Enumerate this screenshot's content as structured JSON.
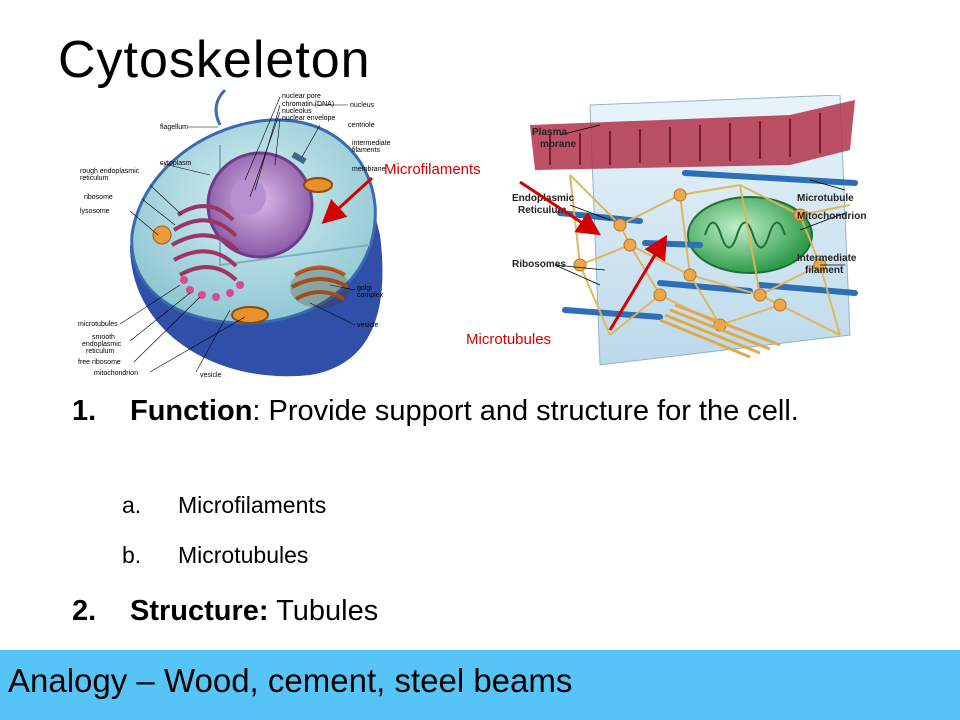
{
  "slide": {
    "title": "Cytoskeleton"
  },
  "cell_diagram": {
    "labels": {
      "nuclear_pore": "nuclear pore",
      "chromatin": "chromatin (DNA)",
      "nucleolus": "nucleolus",
      "nuclear_envelope": "nuclear envelope",
      "nucleus": "nucleus",
      "centriole": "centriole",
      "flagellum": "flagellum",
      "intermediate_filaments_1": "intermediate",
      "intermediate_filaments_2": "filaments",
      "membrane": "membrane",
      "rough_er_1": "rough endoplasmic",
      "rough_er_2": "reticulum",
      "cytoplasm": "cytoplasm",
      "ribosome": "ribosome",
      "lysosome": "lysosome",
      "microtubules": "microtubules",
      "smooth_er_1": "smooth",
      "smooth_er_2": "endoplasmic",
      "smooth_er_3": "reticulum",
      "free_ribosome": "free ribosome",
      "mitochondrion": "mitochondrion",
      "vesicle_bottom": "vesicle",
      "golgi_1": "golgi",
      "golgi_2": "complex",
      "vesicle_right": "vesicle"
    }
  },
  "cytoskeleton_diagram": {
    "labels": {
      "plasma_membrane_1": "Plasma",
      "plasma_membrane_2": "mbrane",
      "er_1": "Endoplasmic",
      "er_2": "Reticulum",
      "ribosomes": "Ribosomes",
      "microtubule": "Microtubule",
      "mitochondrion": "Mitochondrion",
      "intermediate_filament_1": "Intermediate",
      "intermediate_filament_2": "filament"
    }
  },
  "callouts": {
    "microfilaments": "Microfilaments",
    "microtubules": "Microtubules"
  },
  "content": {
    "item1": {
      "number": "1.",
      "heading": "Function",
      "text": ":  Provide support and structure for the cell."
    },
    "sub_items": [
      {
        "letter": "a.",
        "text": "Microfilaments"
      },
      {
        "letter": "b.",
        "text": "Microtubules"
      }
    ],
    "item2": {
      "number": "2.",
      "heading": "Structure:",
      "text": " Tubules"
    }
  },
  "analogy": {
    "text": "Analogy – Wood, cement, steel beams"
  },
  "colors": {
    "analogy_bar": "#57c4f7",
    "callout_red": "#d40000"
  }
}
